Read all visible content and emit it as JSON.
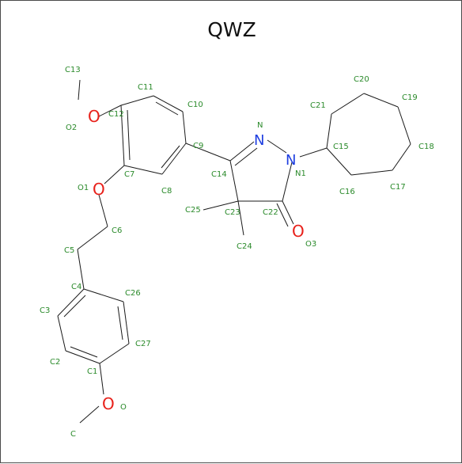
{
  "title": "QWZ",
  "colors": {
    "bond": "#1a1a1a",
    "label": "#2a8a2a",
    "oxygen": "#e8201a",
    "nitrogen": "#1f3fe0"
  },
  "symbols": {
    "N2": "N",
    "N1": "N",
    "O1": "O",
    "O2": "O",
    "O3": "O",
    "O4": "O"
  },
  "labels": {
    "C13": "C13",
    "O2": "O2",
    "C12": "C12",
    "C11": "C11",
    "C10": "C10",
    "C9": "C9",
    "C7": "C7",
    "C8": "C8",
    "O1": "O1",
    "C14": "C14",
    "C25": "C25",
    "C23": "C23",
    "C22": "C22",
    "C24": "C24",
    "O3": "O3",
    "N": "N",
    "N1": "N1",
    "C15": "C15",
    "C16": "C16",
    "C17": "C17",
    "C18": "C18",
    "C19": "C19",
    "C20": "C20",
    "C21": "C21",
    "C6": "C6",
    "C5": "C5",
    "C4": "C4",
    "C26": "C26",
    "C3": "C3",
    "C2": "C2",
    "C27": "C27",
    "C1": "C1",
    "O": "O",
    "C": "C"
  }
}
